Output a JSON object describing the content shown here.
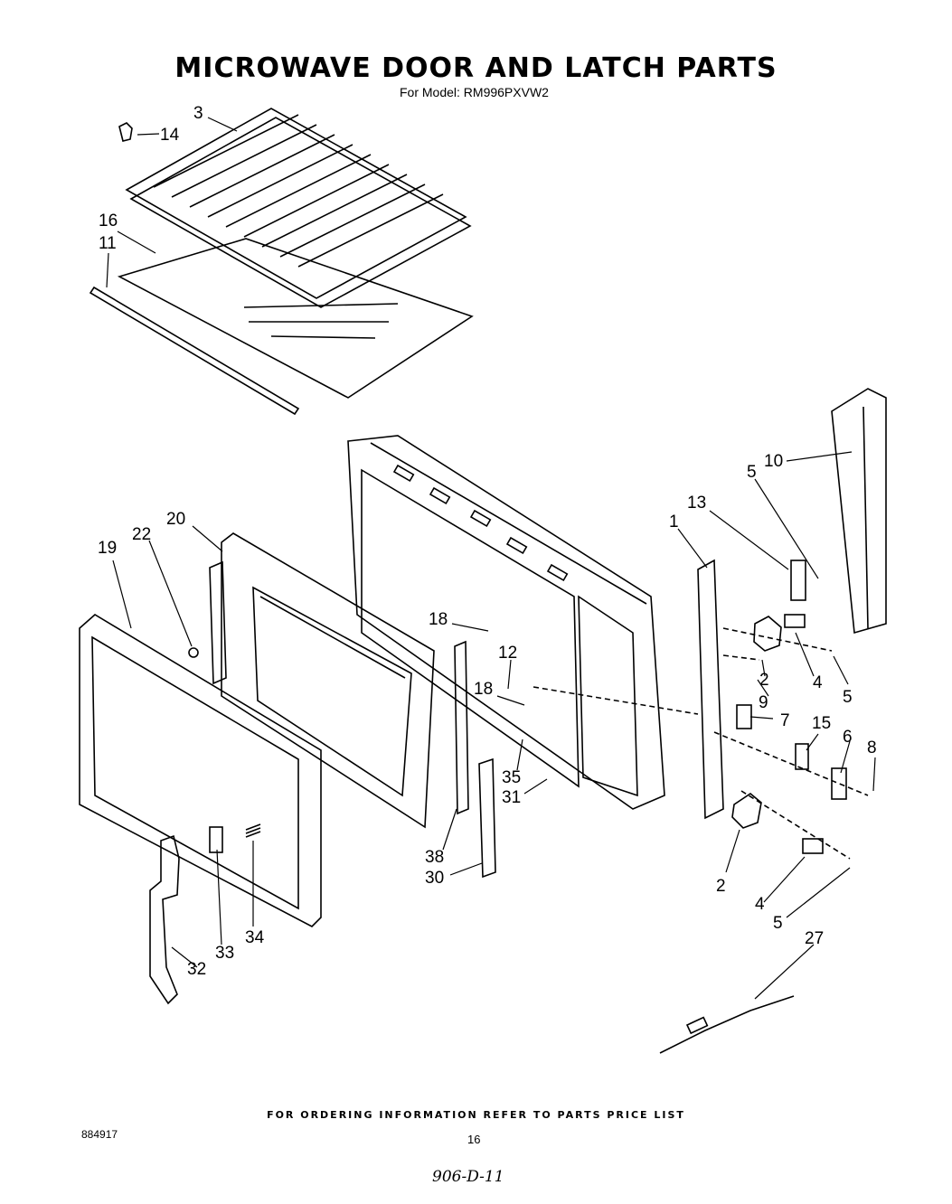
{
  "title": "MICROWAVE DOOR AND LATCH PARTS",
  "subtitle": "For Model: RM996PXVW2",
  "footer": "FOR ORDERING INFORMATION REFER TO PARTS PRICE LIST",
  "doc_number": "884917",
  "page_number": "16",
  "handwritten_note": "906-D-11",
  "callouts": [
    "3",
    "14",
    "16",
    "11",
    "10",
    "5",
    "13",
    "1",
    "20",
    "22",
    "19",
    "18",
    "12",
    "18",
    "2",
    "4",
    "5",
    "9",
    "7",
    "15",
    "6",
    "8",
    "35",
    "31",
    "38",
    "30",
    "2",
    "4",
    "5",
    "27",
    "33",
    "34",
    "32"
  ]
}
